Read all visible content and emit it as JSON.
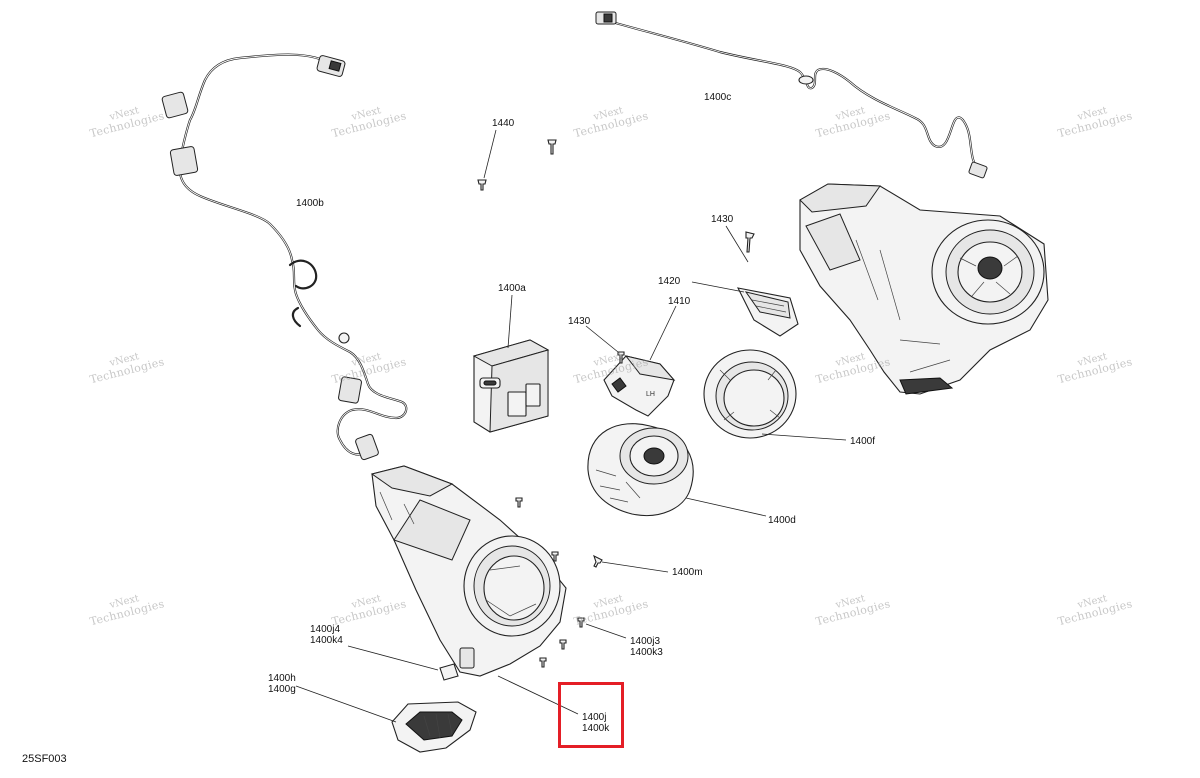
{
  "diagram": {
    "reference_code": "25SF003",
    "watermark": {
      "line1": "vNext",
      "line2": "Technologies"
    },
    "callouts": [
      {
        "id": "c-1400c",
        "lines": [
          "1400c"
        ]
      },
      {
        "id": "c-1440",
        "lines": [
          "1440"
        ]
      },
      {
        "id": "c-1400b",
        "lines": [
          "1400b"
        ]
      },
      {
        "id": "c-1430-top",
        "lines": [
          "1430"
        ]
      },
      {
        "id": "c-1420",
        "lines": [
          "1420"
        ]
      },
      {
        "id": "c-1400a",
        "lines": [
          "1400a"
        ]
      },
      {
        "id": "c-1410",
        "lines": [
          "1410"
        ]
      },
      {
        "id": "c-1430-mid",
        "lines": [
          "1430"
        ]
      },
      {
        "id": "c-1400f",
        "lines": [
          "1400f"
        ]
      },
      {
        "id": "c-1400d",
        "lines": [
          "1400d"
        ]
      },
      {
        "id": "c-1400m",
        "lines": [
          "1400m"
        ]
      },
      {
        "id": "c-1400j4",
        "lines": [
          "1400j4",
          "1400k4"
        ]
      },
      {
        "id": "c-1400j3",
        "lines": [
          "1400j3",
          "1400k3"
        ]
      },
      {
        "id": "c-1400h",
        "lines": [
          "1400h",
          "1400g"
        ]
      },
      {
        "id": "c-1400j",
        "lines": [
          "1400j",
          "1400k"
        ]
      }
    ],
    "highlight_color": "#e41e26"
  }
}
